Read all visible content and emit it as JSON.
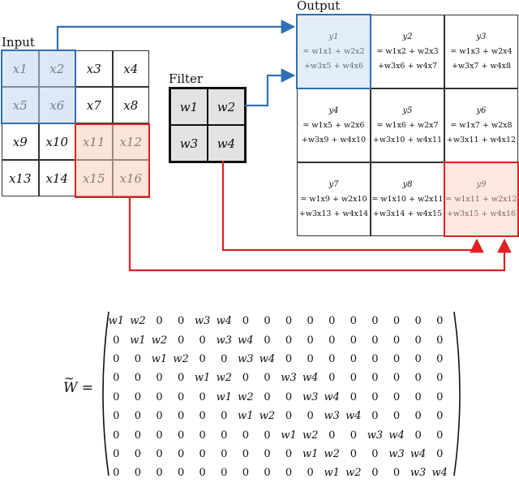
{
  "labels": {
    "input": "Input",
    "filter": "Filter",
    "output": "Output"
  },
  "input_cells": [
    [
      "x1",
      "x2",
      "x3",
      "x4"
    ],
    [
      "x5",
      "x6",
      "x7",
      "x8"
    ],
    [
      "x9",
      "x10",
      "x11",
      "x12"
    ],
    [
      "x13",
      "x14",
      "x15",
      "x16"
    ]
  ],
  "filter_cells": [
    [
      "w1",
      "w2"
    ],
    [
      "w3",
      "w4"
    ]
  ],
  "output_cells": [
    [
      {
        "y": "y1",
        "l1": "= w1x1 + w2x2",
        "l2": "+w3x5 + w4x6"
      },
      {
        "y": "y2",
        "l1": "= w1x2 + w2x3",
        "l2": "+w3x6 + w4x7"
      },
      {
        "y": "y3",
        "l1": "= w1x3 + w2x4",
        "l2": "+w3x7 + w4x8"
      }
    ],
    [
      {
        "y": "y4",
        "l1": "= w1x5 + w2x6",
        "l2": "+w3x9 + w4x10"
      },
      {
        "y": "y5",
        "l1": "= w1x6 + w2x7",
        "l2": "+w3x10 + w4x11"
      },
      {
        "y": "y6",
        "l1": "= w1x7 + w2x8",
        "l2": "+w3x11 + w4x12"
      }
    ],
    [
      {
        "y": "y7",
        "l1": "= w1x9 + w2x10",
        "l2": "+w3x13 + w4x14"
      },
      {
        "y": "y8",
        "l1": "= w1x10 + w2x11",
        "l2": "+w3x14 + w4x15"
      },
      {
        "y": "y9",
        "l1": "= w1x11 + w2x12",
        "l2": "+w3x15 + w4x16"
      }
    ]
  ],
  "matrix": {
    "lhs": "W =",
    "tilde": "~",
    "rows": [
      [
        "w1",
        "w2",
        "0",
        "0",
        "w3",
        "w4",
        "0",
        "0",
        "0",
        "0",
        "0",
        "0",
        "0",
        "0",
        "0",
        "0"
      ],
      [
        "0",
        "w1",
        "w2",
        "0",
        "0",
        "w3",
        "w4",
        "0",
        "0",
        "0",
        "0",
        "0",
        "0",
        "0",
        "0",
        "0"
      ],
      [
        "0",
        "0",
        "w1",
        "w2",
        "0",
        "0",
        "w3",
        "w4",
        "0",
        "0",
        "0",
        "0",
        "0",
        "0",
        "0",
        "0"
      ],
      [
        "0",
        "0",
        "0",
        "0",
        "w1",
        "w2",
        "0",
        "0",
        "w3",
        "w4",
        "0",
        "0",
        "0",
        "0",
        "0",
        "0"
      ],
      [
        "0",
        "0",
        "0",
        "0",
        "0",
        "w1",
        "w2",
        "0",
        "0",
        "w3",
        "w4",
        "0",
        "0",
        "0",
        "0",
        "0"
      ],
      [
        "0",
        "0",
        "0",
        "0",
        "0",
        "0",
        "w1",
        "w2",
        "0",
        "0",
        "w3",
        "w4",
        "0",
        "0",
        "0",
        "0"
      ],
      [
        "0",
        "0",
        "0",
        "0",
        "0",
        "0",
        "0",
        "0",
        "w1",
        "w2",
        "0",
        "0",
        "w3",
        "w4",
        "0",
        "0"
      ],
      [
        "0",
        "0",
        "0",
        "0",
        "0",
        "0",
        "0",
        "0",
        "0",
        "w1",
        "w2",
        "0",
        "0",
        "w3",
        "w4",
        "0"
      ],
      [
        "0",
        "0",
        "0",
        "0",
        "0",
        "0",
        "0",
        "0",
        "0",
        "0",
        "w1",
        "w2",
        "0",
        "0",
        "w3",
        "w4"
      ]
    ]
  },
  "colors": {
    "blue": "#2f6fb5",
    "red": "#e02020"
  }
}
